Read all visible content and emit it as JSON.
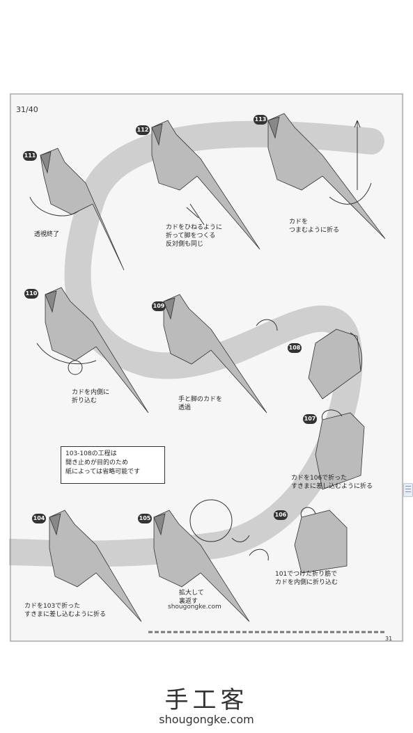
{
  "page": {
    "page_number": "31/40",
    "footer_number": "31",
    "credit": "shougongke.com"
  },
  "note_box": [
    "103-108の工程は",
    "開き止めが目的のため",
    "紙によっては省略可能です"
  ],
  "steps": [
    {
      "num": "111",
      "caption": [
        "透視終了"
      ]
    },
    {
      "num": "112",
      "caption": [
        "カドをひねるように",
        "折って脚をつくる",
        "反対側も同じ"
      ]
    },
    {
      "num": "113",
      "caption": [
        "カドを",
        "つまむように折る"
      ]
    },
    {
      "num": "110",
      "caption": [
        "カドを内側に",
        "折り込む"
      ]
    },
    {
      "num": "109",
      "caption": [
        "手と脚のカドを",
        "透過"
      ]
    },
    {
      "num": "108",
      "caption": []
    },
    {
      "num": "107",
      "caption": [
        "カドを106で折った",
        "すきまに差し込むように折る"
      ]
    },
    {
      "num": "104",
      "caption": [
        "カドを103で折った",
        "すきまに差し込むように折る"
      ]
    },
    {
      "num": "105",
      "caption": [
        "拡大して",
        "裏返す"
      ]
    },
    {
      "num": "106",
      "caption": [
        "101でつけた折り筋で",
        "カドを内側に折り込む"
      ]
    }
  ],
  "watermark": {
    "logo": "手工客",
    "url": "shougongke.com"
  }
}
